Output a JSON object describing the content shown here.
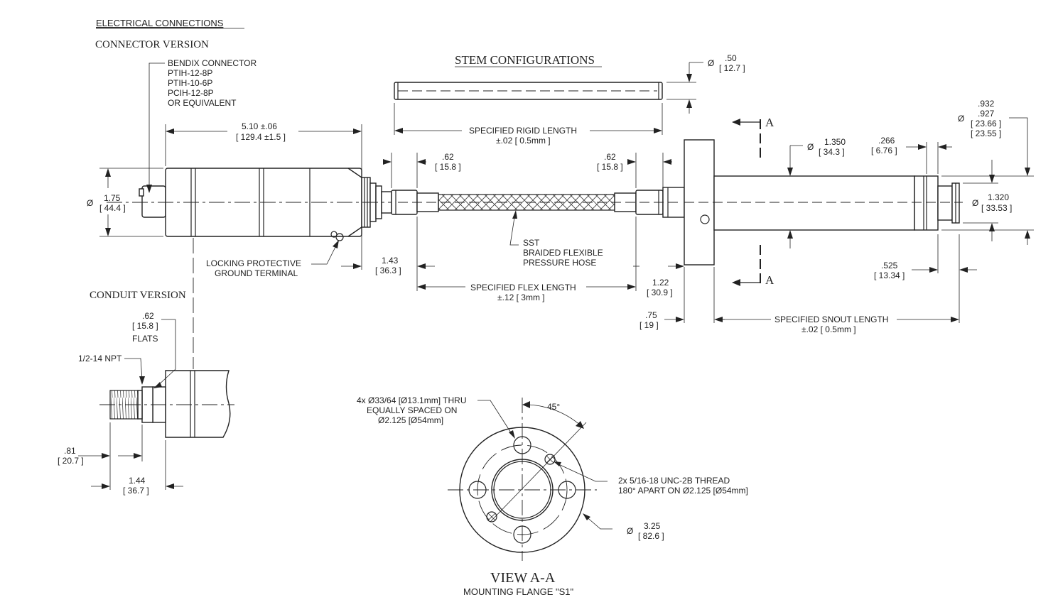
{
  "headings": {
    "electrical_connections": "ELECTRICAL CONNECTIONS",
    "connector_version": "CONNECTOR VERSION",
    "conduit_version": "CONDUIT VERSION",
    "stem_configurations": "STEM CONFIGURATIONS",
    "view_aa": "VIEW A-A",
    "mounting_flange": "MOUNTING FLANGE \"S1\""
  },
  "connector_note": [
    "BENDIX CONNECTOR",
    "PTIH-12-8P",
    "PTIH-10-6P",
    "PCIH-12-8P",
    "OR EQUIVALENT"
  ],
  "dims": {
    "body_len_in": "5.10 ±.06",
    "body_len_mm": "[ 129.4 ±1.5 ]",
    "dia_sym": "Ø",
    "dia175_in": "1.75",
    "dia175_mm": "[ 44.4 ]",
    "ground_terminal_1": "LOCKING PROTECTIVE",
    "ground_terminal_2": "GROUND TERMINAL",
    "d143_in": "1.43",
    "d143_mm": "[ 36.3 ]",
    "rigid_label": "SPECIFIED RIGID LENGTH",
    "rigid_tol": "±.02 [ 0.5mm ]",
    "d62a_in": ".62",
    "d62a_mm": "[ 15.8 ]",
    "d62b_in": ".62",
    "d62b_mm": "[ 15.8 ]",
    "hose_1": "SST",
    "hose_2": "BRAIDED FLEXIBLE",
    "hose_3": "PRESSURE HOSE",
    "flex_label": "SPECIFIED FLEX LENGTH",
    "flex_tol": "±.12 [ 3mm ]",
    "d122_in": "1.22",
    "d122_mm": "[ 30.9 ]",
    "d50_in": ".50",
    "d50_mm": "[ 12.7 ]",
    "d075_in": ".75",
    "d075_mm": "[ 19 ]",
    "d1350_in": "1.350",
    "d1350_mm": "[ 34.3 ]",
    "d266_in": ".266",
    "d266_mm": "[ 6.76 ]",
    "d932_in": ".932",
    "d927_in": ".927",
    "d932_mm": "[ 23.66 ]",
    "d927_mm": "[ 23.55 ]",
    "d1320_in": "1.320",
    "d1320_mm": "[ 33.53 ]",
    "d525_in": ".525",
    "d525_mm": "[ 13.34 ]",
    "snout_label": "SPECIFIED SNOUT LENGTH",
    "snout_tol": "±.02 [ 0.5mm ]",
    "section_a": "A",
    "flats_in": ".62",
    "flats_mm": "[ 15.8 ]",
    "flats_label": "FLATS",
    "npt": "1/2-14 NPT",
    "d081_in": ".81",
    "d081_mm": "[ 20.7 ]",
    "d144_in": "1.44",
    "d144_mm": "[ 36.7 ]",
    "holes_1": "4x Ø33/64 [Ø13.1mm] THRU",
    "holes_2": "EQUALLY SPACED ON",
    "holes_3": "Ø2.125 [Ø54mm]",
    "angle": "45°",
    "thread_1": "2x 5/16-18 UNC-2B THREAD",
    "thread_2": "180° APART ON Ø2.125 [Ø54mm]",
    "d325_in": "3.25",
    "d325_mm": "[ 82.6 ]"
  }
}
